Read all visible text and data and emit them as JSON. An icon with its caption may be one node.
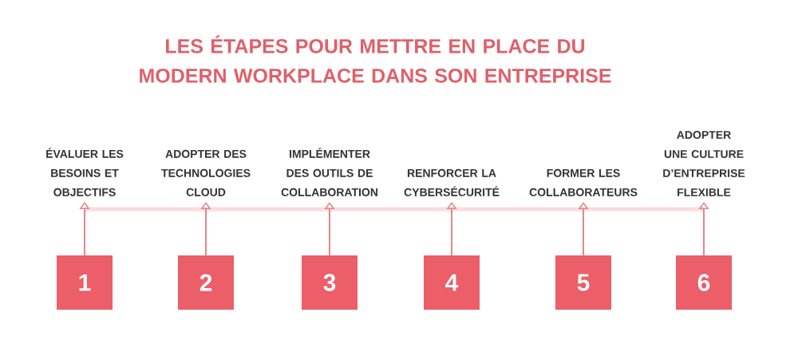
{
  "diagram": {
    "title": "LES ÉTAPES POUR METTRE EN PLACE DU MODERN WORKPLACE DANS SON ENTREPRISE",
    "nodes": [
      {
        "text": [
          "ÉVALUER LES BESOINS ET OBJECTIFS"
        ]
      },
      {
        "text": [
          "ADOPTER DES TECHNOLOGIES CLOUD"
        ]
      },
      {
        "text": [
          "IMPLÉMENTER DES OUTILS DE COLLABORATION"
        ]
      },
      {
        "text": [
          "RENFORCER LA CYBERSÉCURITÉ"
        ]
      },
      {
        "text": [
          "FORMER LES COLLABORATEURS"
        ]
      },
      {
        "text": [
          "ADOPTER UNE CULTURE D’ENTREPRISE FLEXIBLE"
        ]
      },
      {
        "text": [],
        "shape": "bar"
      },
      {
        "text": [
          "1"
        ]
      },
      {
        "text": [
          "2"
        ]
      },
      {
        "text": [
          "3"
        ]
      },
      {
        "text": [
          "4"
        ]
      },
      {
        "text": [
          "5"
        ]
      },
      {
        "text": [
          "6"
        ]
      }
    ],
    "edges": [
      {
        "from": 7,
        "to": 0,
        "arrow": "to"
      },
      {
        "from": 8,
        "to": 1,
        "arrow": "to"
      },
      {
        "from": 9,
        "to": 2,
        "arrow": "to"
      },
      {
        "from": 10,
        "to": 3,
        "arrow": "to"
      },
      {
        "from": 11,
        "to": 4,
        "arrow": "to"
      },
      {
        "from": 12,
        "to": 5,
        "arrow": "to"
      }
    ]
  }
}
